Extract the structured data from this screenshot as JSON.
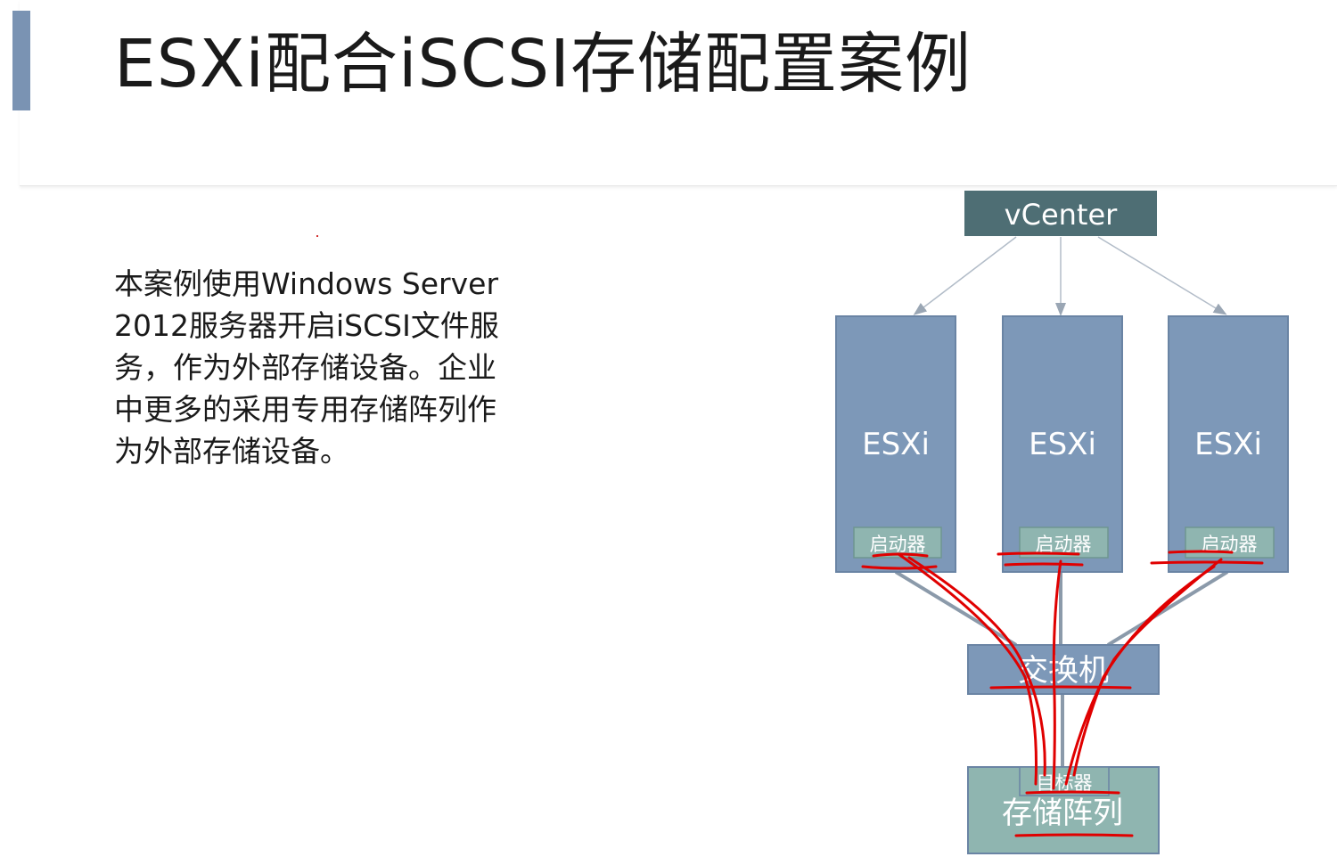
{
  "slide": {
    "title": "ESXi配合iSCSI存储配置案例",
    "body_lines": [
      "本案例使用Windows Server",
      "2012服务器开启iSCSI文件服",
      "务，作为外部存储设备。企业",
      "中更多的采用专用存储阵列作",
      "为外部存储设备。"
    ]
  },
  "diagram": {
    "vcenter_label": "vCenter",
    "hosts": [
      {
        "label": "ESXi",
        "initiator_label": "启动器"
      },
      {
        "label": "ESXi",
        "initiator_label": "启动器"
      },
      {
        "label": "ESXi",
        "initiator_label": "启动器"
      }
    ],
    "switch_label": "交换机",
    "target_label": "目标器",
    "storage_label": "存储阵列",
    "colors": {
      "vcenter_fill": "#4e6e74",
      "host_fill": "#7d98b8",
      "initiator_fill": "#8fb5b0",
      "switch_fill": "#7d98b8",
      "storage_fill": "#8fb5b0",
      "annotation": "#e00000",
      "title_accent": "#7a93b3"
    }
  }
}
